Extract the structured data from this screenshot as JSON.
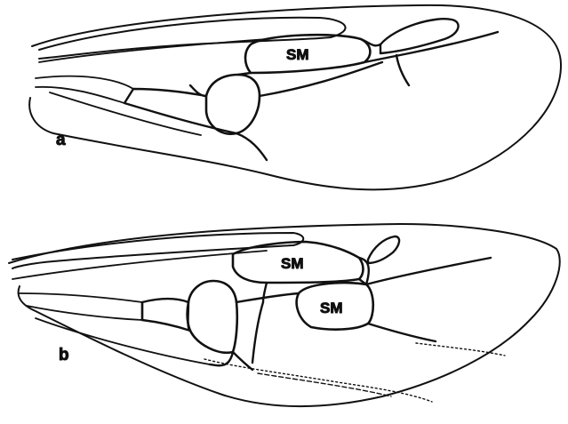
{
  "figure": {
    "panels": [
      {
        "id": "a",
        "label": "a",
        "cell_labels": [
          "SM"
        ]
      },
      {
        "id": "b",
        "label": "b",
        "cell_labels": [
          "SM",
          "SM"
        ]
      }
    ]
  },
  "colors": {
    "ink": "#111111",
    "background": "#ffffff"
  }
}
